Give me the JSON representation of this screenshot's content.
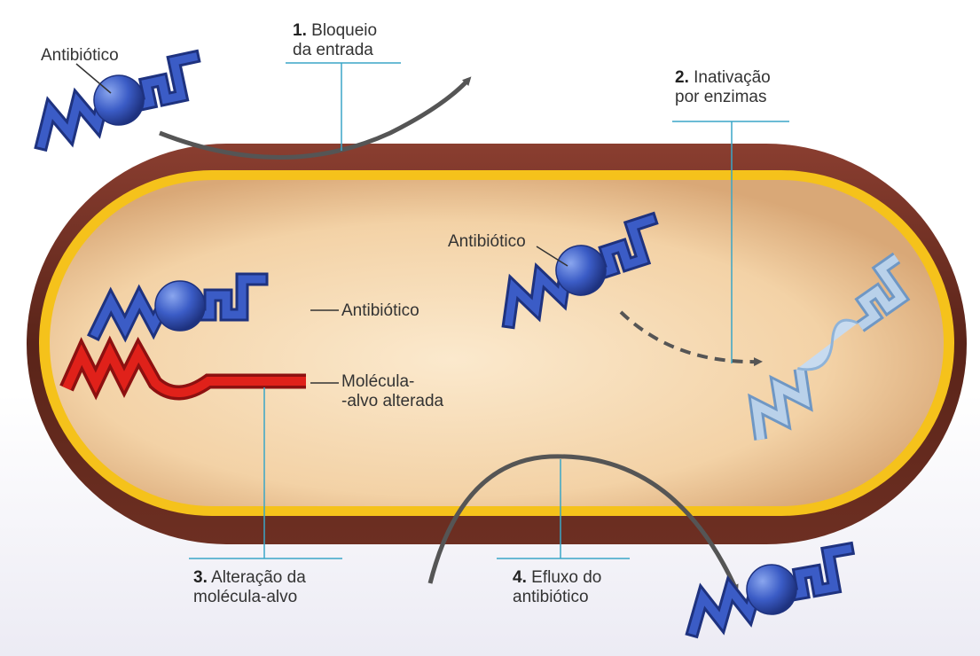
{
  "labels": {
    "antibiotic": "Antibiótico",
    "mechanism_1": {
      "number": "1.",
      "line1": "Bloqueio",
      "line2": "da entrada"
    },
    "mechanism_2": {
      "number": "2.",
      "line1": "Inativação",
      "line2": "por enzimas"
    },
    "mechanism_3": {
      "number": "3.",
      "line1": "Alteração da",
      "line2": "molécula-alvo"
    },
    "mechanism_4": {
      "number": "4.",
      "line1": "Efluxo do",
      "line2": "antibiótico"
    },
    "target_molecule": {
      "line1": "Molécula-",
      "line2": "-alvo alterada"
    }
  },
  "colors": {
    "cell_wall": "#6b2e22",
    "membrane": "#f5c21b",
    "cytoplasm": "#f3d2a6",
    "antibiotic": "#2f4fb4",
    "target_molecule": "#e0211a",
    "inactivated_antibiotic": "#8fb3d8",
    "leader_line": "#3aa6c7",
    "arrow": "#555555"
  }
}
